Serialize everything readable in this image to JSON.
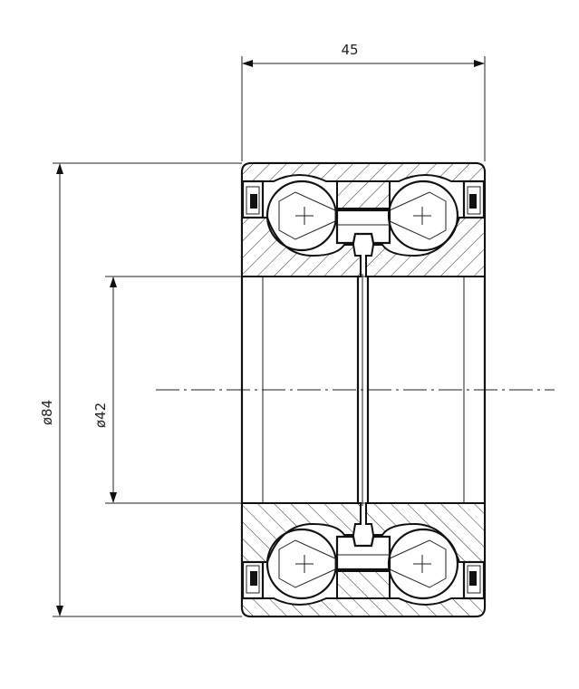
{
  "drawing": {
    "dimensions": {
      "width_label": "45",
      "outer_diameter_label": "ø84",
      "inner_diameter_label": "ø42"
    },
    "colors": {
      "line": "#111111",
      "background": "#ffffff"
    }
  }
}
